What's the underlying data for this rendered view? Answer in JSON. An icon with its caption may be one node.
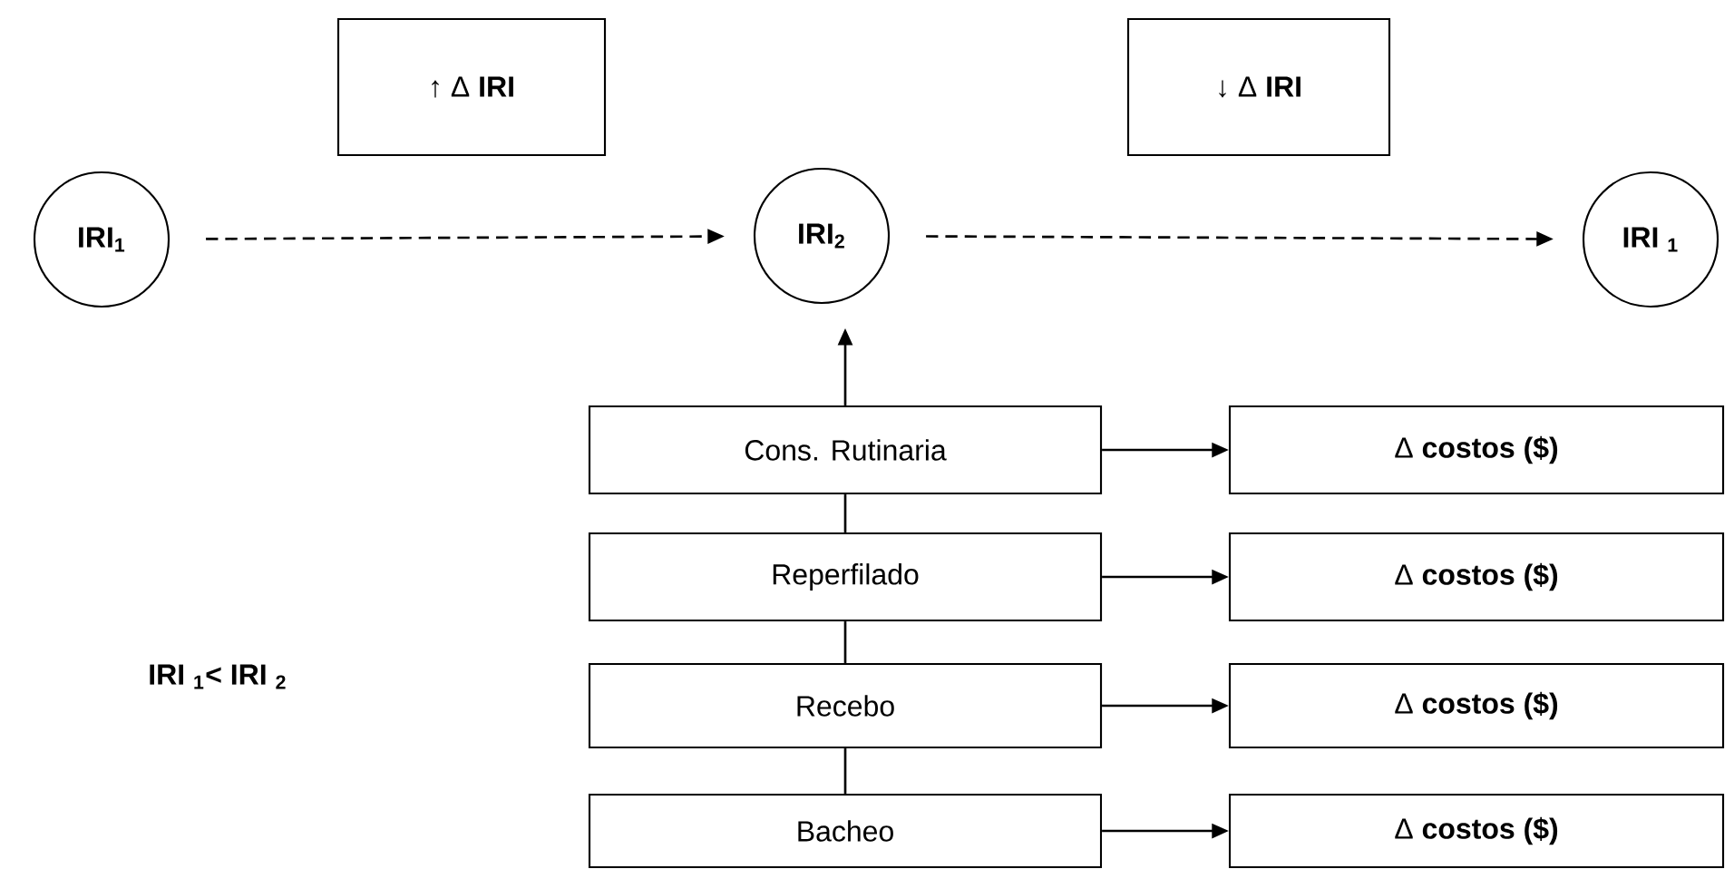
{
  "diagram": {
    "nodes": [
      {
        "text": [
          "↑ Δ **IRI**"
        ]
      },
      {
        "text": [
          "↓ Δ **IRI**"
        ]
      },
      {
        "text": [
          "IRI$_{1}$"
        ]
      },
      {
        "text": [
          "IRI$_{2}$"
        ]
      },
      {
        "text": [
          "IRI $_{1}$"
        ]
      },
      {
        "text": [
          "Cons. Rutinaria"
        ]
      },
      {
        "text": [
          "Reperfilado"
        ]
      },
      {
        "text": [
          "Recebo"
        ]
      },
      {
        "text": [
          "Bacheo"
        ]
      },
      {
        "text": [
          "Δ **costos ($)**"
        ]
      },
      {
        "text": [
          "Δ **costos ($)**"
        ]
      },
      {
        "text": [
          "Δ **costos ($)**"
        ]
      },
      {
        "text": [
          "Δ **costos ($)**"
        ]
      }
    ],
    "edges": [
      {
        "from": 2,
        "to": 3,
        "arrow": "to",
        "style": "dashed"
      },
      {
        "from": 3,
        "to": 4,
        "arrow": "to",
        "style": "dashed"
      },
      {
        "from": 5,
        "to": 3,
        "arrow": "to"
      },
      {
        "from": 6,
        "to": 5,
        "arrow": "none"
      },
      {
        "from": 7,
        "to": 6,
        "arrow": "none"
      },
      {
        "from": 8,
        "to": 7,
        "arrow": "none"
      },
      {
        "from": 5,
        "to": 9,
        "arrow": "to"
      },
      {
        "from": 6,
        "to": 10,
        "arrow": "to"
      },
      {
        "from": 7,
        "to": 11,
        "arrow": "to"
      },
      {
        "from": 8,
        "to": 12,
        "arrow": "to"
      }
    ],
    "labels": [
      "IRI $_{1}$< IRI $_{2}$"
    ]
  }
}
